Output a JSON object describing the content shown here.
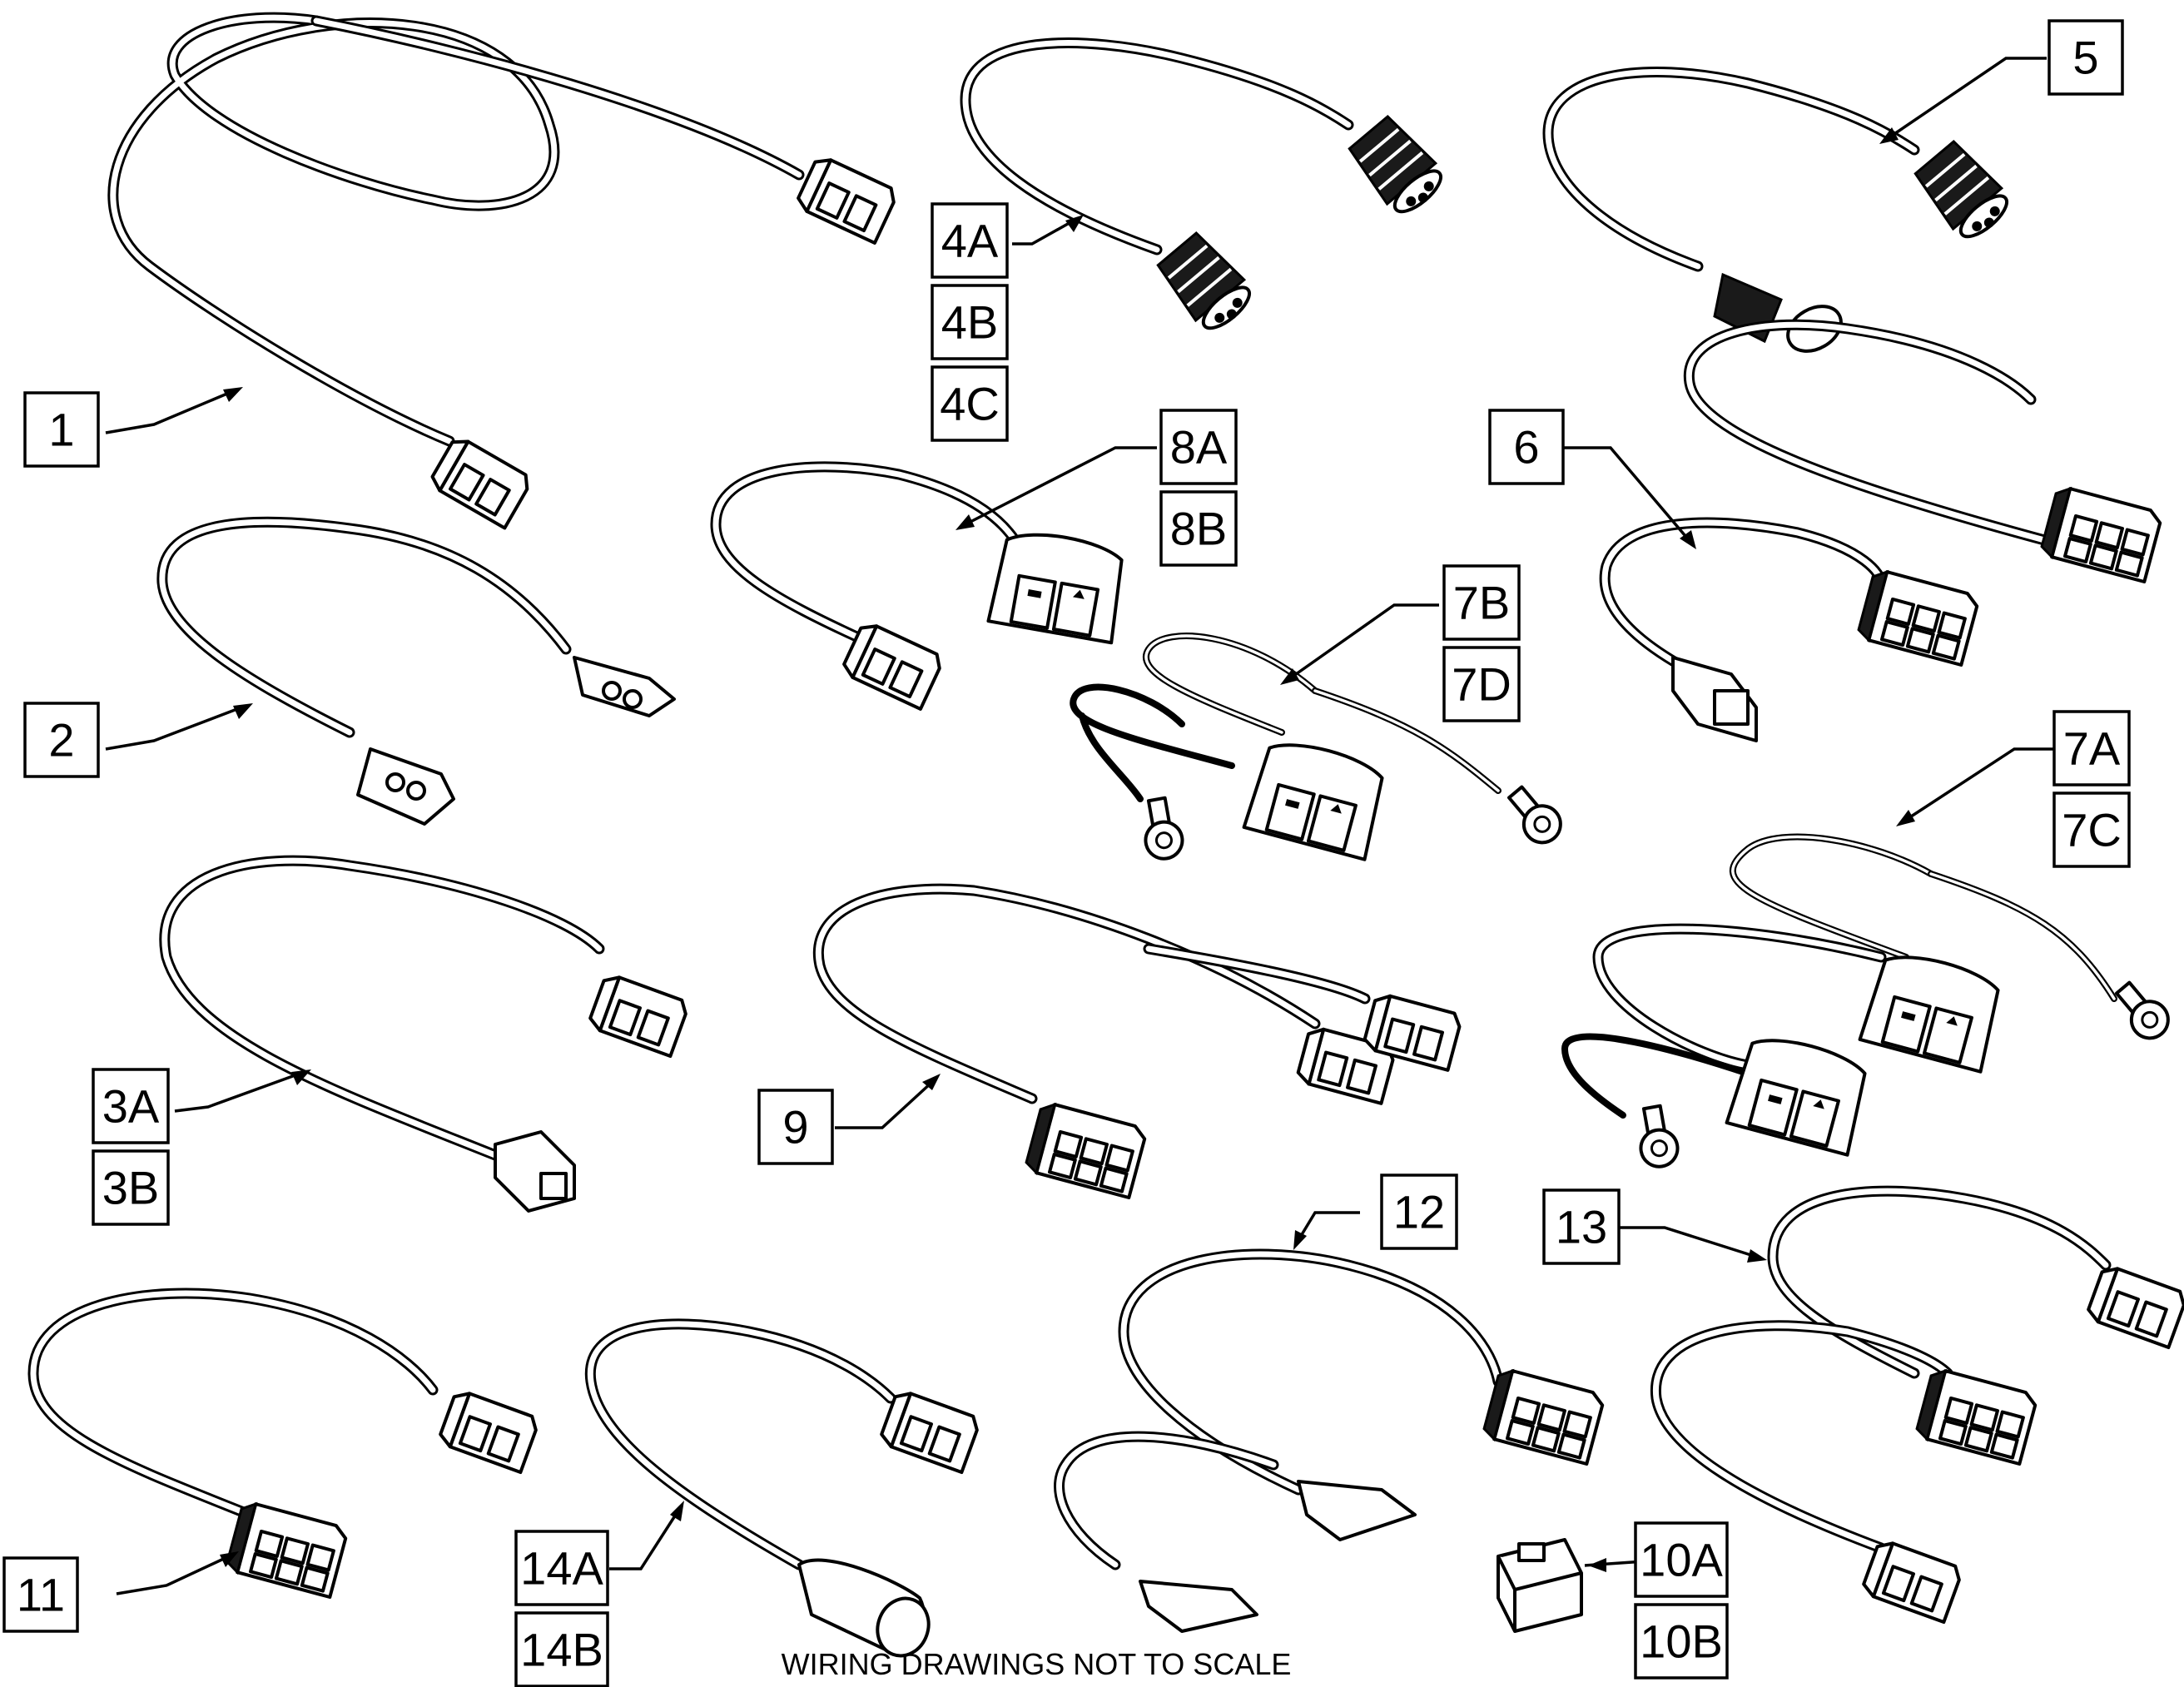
{
  "labels": [
    {
      "id": "1",
      "text": "1"
    },
    {
      "id": "2",
      "text": "2"
    },
    {
      "id": "3A",
      "text": "3A"
    },
    {
      "id": "3B",
      "text": "3B"
    },
    {
      "id": "4A",
      "text": "4A"
    },
    {
      "id": "4B",
      "text": "4B"
    },
    {
      "id": "4C",
      "text": "4C"
    },
    {
      "id": "5",
      "text": "5"
    },
    {
      "id": "6",
      "text": "6"
    },
    {
      "id": "7A",
      "text": "7A"
    },
    {
      "id": "7B",
      "text": "7B"
    },
    {
      "id": "7C",
      "text": "7C"
    },
    {
      "id": "7D",
      "text": "7D"
    },
    {
      "id": "8A",
      "text": "8A"
    },
    {
      "id": "8B",
      "text": "8B"
    },
    {
      "id": "9",
      "text": "9"
    },
    {
      "id": "10A",
      "text": "10A"
    },
    {
      "id": "10B",
      "text": "10B"
    },
    {
      "id": "11",
      "text": "11"
    },
    {
      "id": "12",
      "text": "12"
    },
    {
      "id": "13",
      "text": "13"
    },
    {
      "id": "14A",
      "text": "14A"
    },
    {
      "id": "14B",
      "text": "14B"
    }
  ],
  "note": "WIRING DRAWINGS NOT TO SCALE"
}
